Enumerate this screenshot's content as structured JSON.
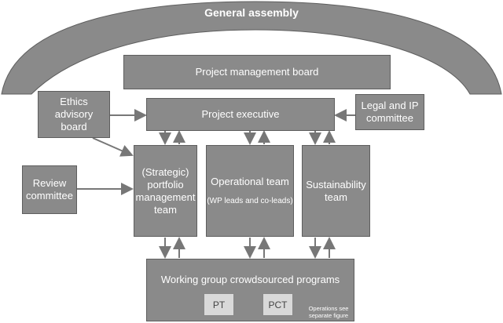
{
  "title": "General assembly",
  "boxes": {
    "pmb": "Project management board",
    "executive": "Project executive",
    "ethics": [
      "Ethics",
      "advisory",
      "board"
    ],
    "legal": [
      "Legal and IP",
      "committee"
    ],
    "review": [
      "Review",
      "committee"
    ],
    "portfolio": [
      "(Strategic)",
      "portfolio",
      "management",
      "team"
    ],
    "operational": "Operational team",
    "operational_sub": "(WP leads and co-leads)",
    "sustainability": [
      "Sustainability",
      "team"
    ],
    "working": "Working group crowdsourced programs",
    "pt": "PT",
    "pct": "PCT",
    "note": [
      "Operations see",
      "separate figure"
    ]
  }
}
